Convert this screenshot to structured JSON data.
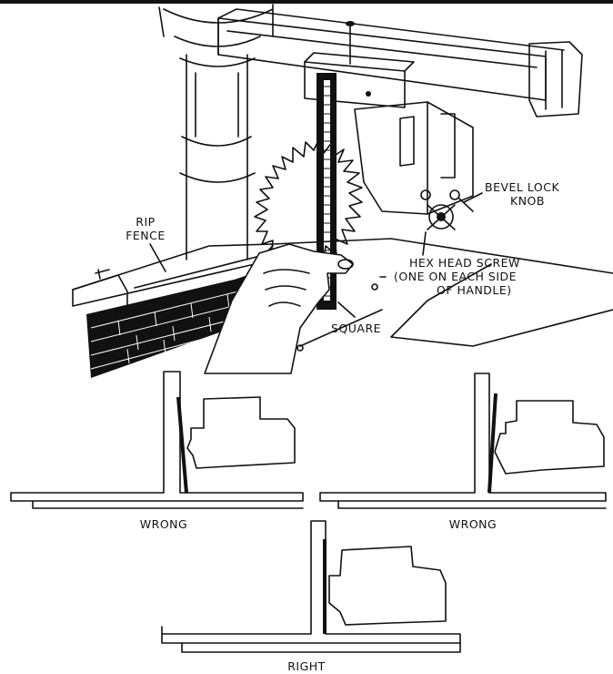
{
  "callouts": {
    "bevel_lock_knob": [
      "BEVEL LOCK",
      "KNOB"
    ],
    "rip_fence": [
      "RIP",
      "FENCE"
    ],
    "hex_head_screw": [
      "HEX HEAD SCREW",
      "(ONE ON EACH SIDE",
      "OF HANDLE)"
    ],
    "square": "SQUARE"
  },
  "details": {
    "left": "WRONG",
    "right": "WRONG",
    "bottom": "RIGHT"
  },
  "colors": {
    "ink": "#111111",
    "paper": "#ffffff"
  }
}
